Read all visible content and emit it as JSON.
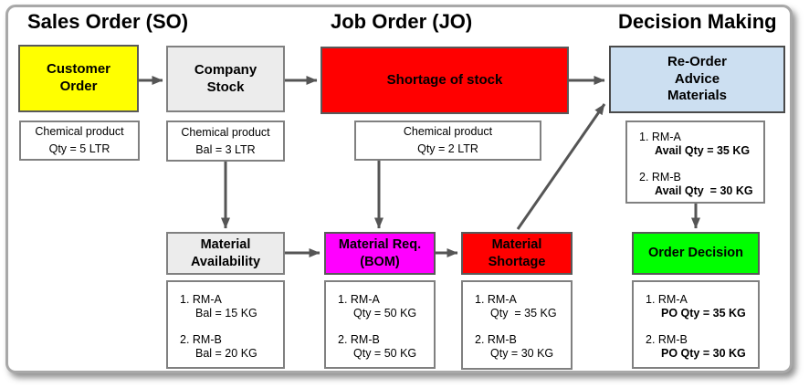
{
  "headers": {
    "sales_order": "Sales Order (SO)",
    "job_order": "Job Order (JO)",
    "decision_making": "Decision Making"
  },
  "nodes": {
    "customer_order": {
      "label": "Customer\nOrder",
      "bg": "#FFFF00"
    },
    "company_stock": {
      "label": "Company\nStock",
      "bg": "#ECECEC"
    },
    "shortage_of_stock": {
      "label": "Shortage of stock",
      "bg": "#FF0000"
    },
    "reorder_advice": {
      "label": "Re-Order\nAdvice\nMaterials",
      "bg": "#CCDFF1"
    },
    "material_availability": {
      "label": "Material\nAvailability",
      "bg": "#ECECEC"
    },
    "material_req": {
      "label": "Material Req.\n(BOM)",
      "bg": "#FF00FF"
    },
    "material_shortage": {
      "label": "Material\nShortage",
      "bg": "#FF0000"
    },
    "order_decision": {
      "label": "Order Decision",
      "bg": "#00FF00"
    }
  },
  "details": {
    "customer_order": {
      "line1": "Chemical product",
      "line2": "Qty = 5 LTR"
    },
    "company_stock": {
      "line1": "Chemical product",
      "line2": "Bal = 3 LTR"
    },
    "job_order": {
      "line1": "Chemical product",
      "line2": "Qty = 2 LTR"
    },
    "reorder_advice": {
      "items": [
        {
          "name": "1. RM-A",
          "qty": "Avail Qty = 35 KG"
        },
        {
          "name": "2. RM-B",
          "qty": "Avail Qty  = 30 KG"
        }
      ]
    },
    "material_availability": {
      "items": [
        {
          "name": "1. RM-A",
          "qty": "Bal = 15 KG"
        },
        {
          "name": "2. RM-B",
          "qty": "Bal = 20 KG"
        }
      ]
    },
    "material_req": {
      "items": [
        {
          "name": "1. RM-A",
          "qty": "Qty = 50 KG"
        },
        {
          "name": "2. RM-B",
          "qty": "Qty = 50 KG"
        }
      ]
    },
    "material_shortage": {
      "items": [
        {
          "name": "1. RM-A",
          "qty": "Qty  = 35 KG"
        },
        {
          "name": "2. RM-B",
          "qty": "Qty = 30 KG"
        }
      ]
    },
    "order_decision": {
      "items": [
        {
          "name": "1. RM-A",
          "qty": "PO Qty = 35 KG"
        },
        {
          "name": "2. RM-B",
          "qty": "PO Qty = 30 KG"
        }
      ]
    }
  },
  "colors": {
    "arrow": "#555555",
    "frame_border": "#a8a8a8",
    "customer_order_bg": "#FFFF00",
    "stock_bg": "#ECECEC",
    "shortage_bg": "#FF0000",
    "reorder_bg": "#CCDFF1",
    "bom_bg": "#FF00FF",
    "decision_bg": "#00FF00"
  }
}
